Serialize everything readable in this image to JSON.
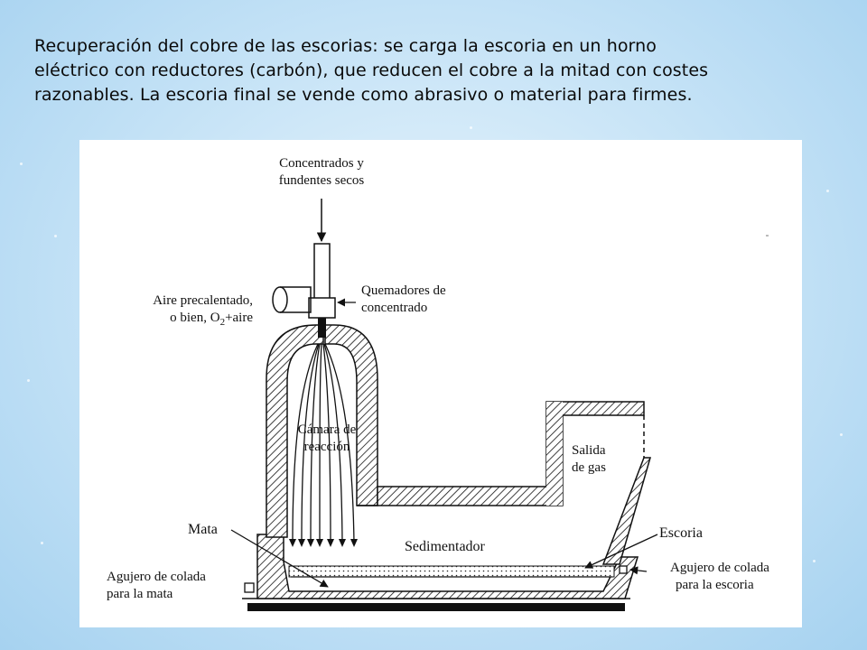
{
  "caption": {
    "line1": "Recuperación del cobre de las escorias: se carga la escoria en un horno",
    "line2": "eléctrico con reductores (carbón), que reducen el cobre a la mitad con costes",
    "line3": "razonables. La escoria final se vende como abrasivo o material para firmes."
  },
  "diagram": {
    "feed_label_1": "Concentrados y",
    "feed_label_2": "fundentes secos",
    "air_label_1": "Aire precalentado,",
    "air_label_2": "o bien, O",
    "air_label_sub": "2",
    "air_label_3": "+aire",
    "burner_label_1": "Quemadores de",
    "burner_label_2": "concentrado",
    "chamber_label_1": "Cámara de",
    "chamber_label_2": "reacción",
    "gas_label_1": "Salida",
    "gas_label_2": "de gas",
    "mata_label": "Mata",
    "settler_label": "Sedimentador",
    "slag_label": "Escoria",
    "matte_tap_1": "Agujero de colada",
    "matte_tap_2": "para la mata",
    "slag_tap_1": "Agujero de colada",
    "slag_tap_2": "para la escoria"
  }
}
